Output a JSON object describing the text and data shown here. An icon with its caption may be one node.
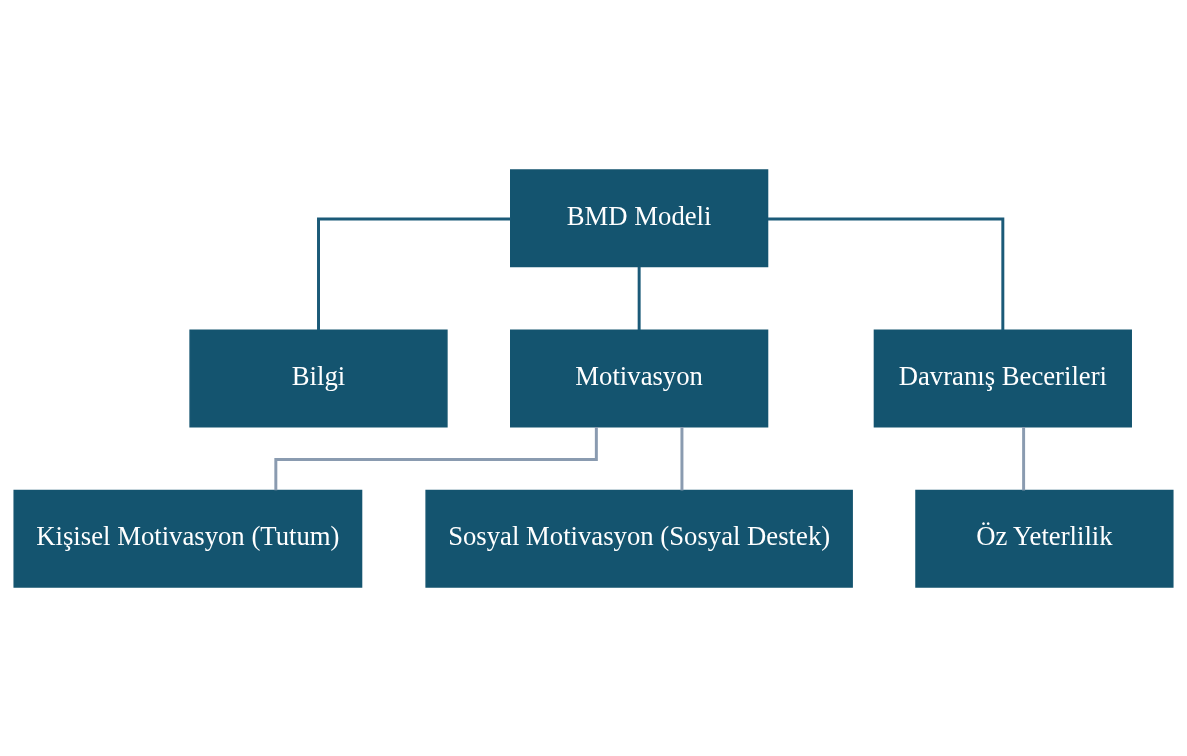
{
  "diagram": {
    "nodes": [
      {
        "text": [
          "BMD Modeli"
        ]
      },
      {
        "text": [
          "Bilgi"
        ]
      },
      {
        "text": [
          "Motivasyon"
        ]
      },
      {
        "text": [
          "Kişisel Motivasyon (Tutum)"
        ]
      },
      {
        "text": [
          "Sosyal Motivasyon (Sosyal Destek)"
        ]
      },
      {
        "text": [
          "Davranış Becerileri"
        ]
      },
      {
        "text": [
          "Öz Yeterlilik"
        ]
      }
    ],
    "edges": [
      {
        "from": 0,
        "to": 1,
        "arrow": "none",
        "color": "#1b5a78"
      },
      {
        "from": 0,
        "to": 2,
        "arrow": "none",
        "color": "#1b5a78"
      },
      {
        "from": 0,
        "to": 5,
        "arrow": "none",
        "color": "#1b5a78"
      },
      {
        "from": 2,
        "to": 3,
        "arrow": "none",
        "color": "#8a9bb0"
      },
      {
        "from": 2,
        "to": 4,
        "arrow": "none",
        "color": "#8a9bb0"
      },
      {
        "from": 5,
        "to": 6,
        "arrow": "none",
        "color": "#8a9bb0"
      }
    ]
  }
}
